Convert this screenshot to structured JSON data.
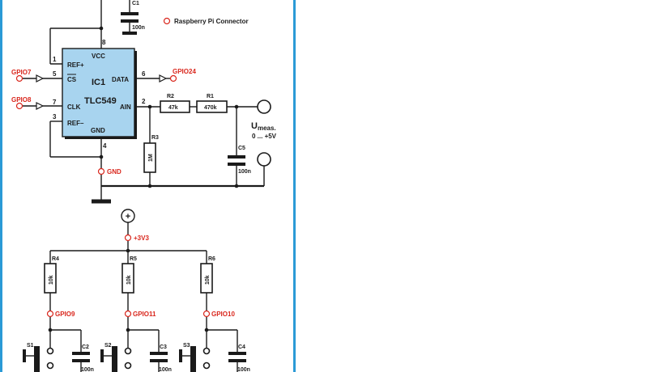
{
  "colors": {
    "frame": "#2b9ad6",
    "ic_fill": "#a8d4ef",
    "accent": "#d9261c",
    "ink": "#1a1a1a"
  },
  "connector_legend": "Raspberry Pi Connector",
  "ic": {
    "name": "IC1",
    "part": "TLC549",
    "pins": {
      "vcc": "VCC",
      "ref_plus": "REF+",
      "cs": "CS",
      "clk": "CLK",
      "ref_minus": "REF–",
      "gnd": "GND",
      "data": "DATA",
      "ain": "AIN"
    },
    "pin_numbers": {
      "p1": "1",
      "p2": "2",
      "p3": "3",
      "p4": "4",
      "p5": "5",
      "p6": "6",
      "p7": "7",
      "p8": "8"
    }
  },
  "signals": {
    "gpio7": "GPIO7",
    "gpio8": "GPIO8",
    "gpio24": "GPIO24",
    "gnd": "GND",
    "v33": "+3V3",
    "gpio9": "GPIO9",
    "gpio11": "GPIO11",
    "gpio10": "GPIO10"
  },
  "components": {
    "c1": {
      "ref": "C1",
      "value": "100n"
    },
    "r2": {
      "ref": "R2",
      "value": "47k"
    },
    "r1": {
      "ref": "R1",
      "value": "470k"
    },
    "r3": {
      "ref": "R3",
      "value": "1M"
    },
    "c5": {
      "ref": "C5",
      "value": "100n"
    },
    "r4": {
      "ref": "R4",
      "value": "10k"
    },
    "r5": {
      "ref": "R5",
      "value": "10k"
    },
    "r6": {
      "ref": "R6",
      "value": "10k"
    },
    "s1": {
      "ref": "S1"
    },
    "s2": {
      "ref": "S2"
    },
    "s3": {
      "ref": "S3"
    },
    "c2": {
      "ref": "C2",
      "value": "100n"
    },
    "c3": {
      "ref": "C3",
      "value": "100n"
    },
    "c4": {
      "ref": "C4",
      "value": "100n"
    }
  },
  "measurement": {
    "label": "U",
    "subscript": "meas.",
    "range": "0 ... +5V"
  },
  "supply_symbol": "+"
}
